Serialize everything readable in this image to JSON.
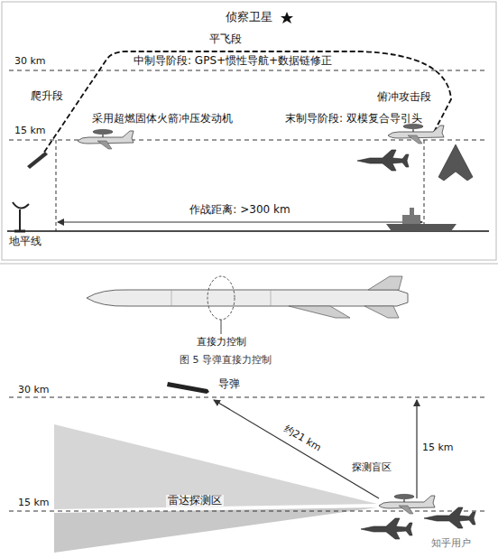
{
  "diagram": {
    "caption": "图 5 导弹直接力控制",
    "labels": [
      "侦察卫星",
      "平飞段",
      "30 km",
      "中制导阶段: GPS+惯性导航+数据链修正",
      "爬升段",
      "采用超燃固体火箭冲压发动机",
      "俯冲攻击段",
      "15 km",
      "末制导阶段: 双模复合导引头",
      "作战距离: >300 km",
      "地平线",
      "直接力控制",
      "30 km",
      "导弹",
      "约21 km",
      "15 km",
      "探测盲区",
      "15 km",
      "雷达探测区",
      "知乎用户"
    ]
  }
}
